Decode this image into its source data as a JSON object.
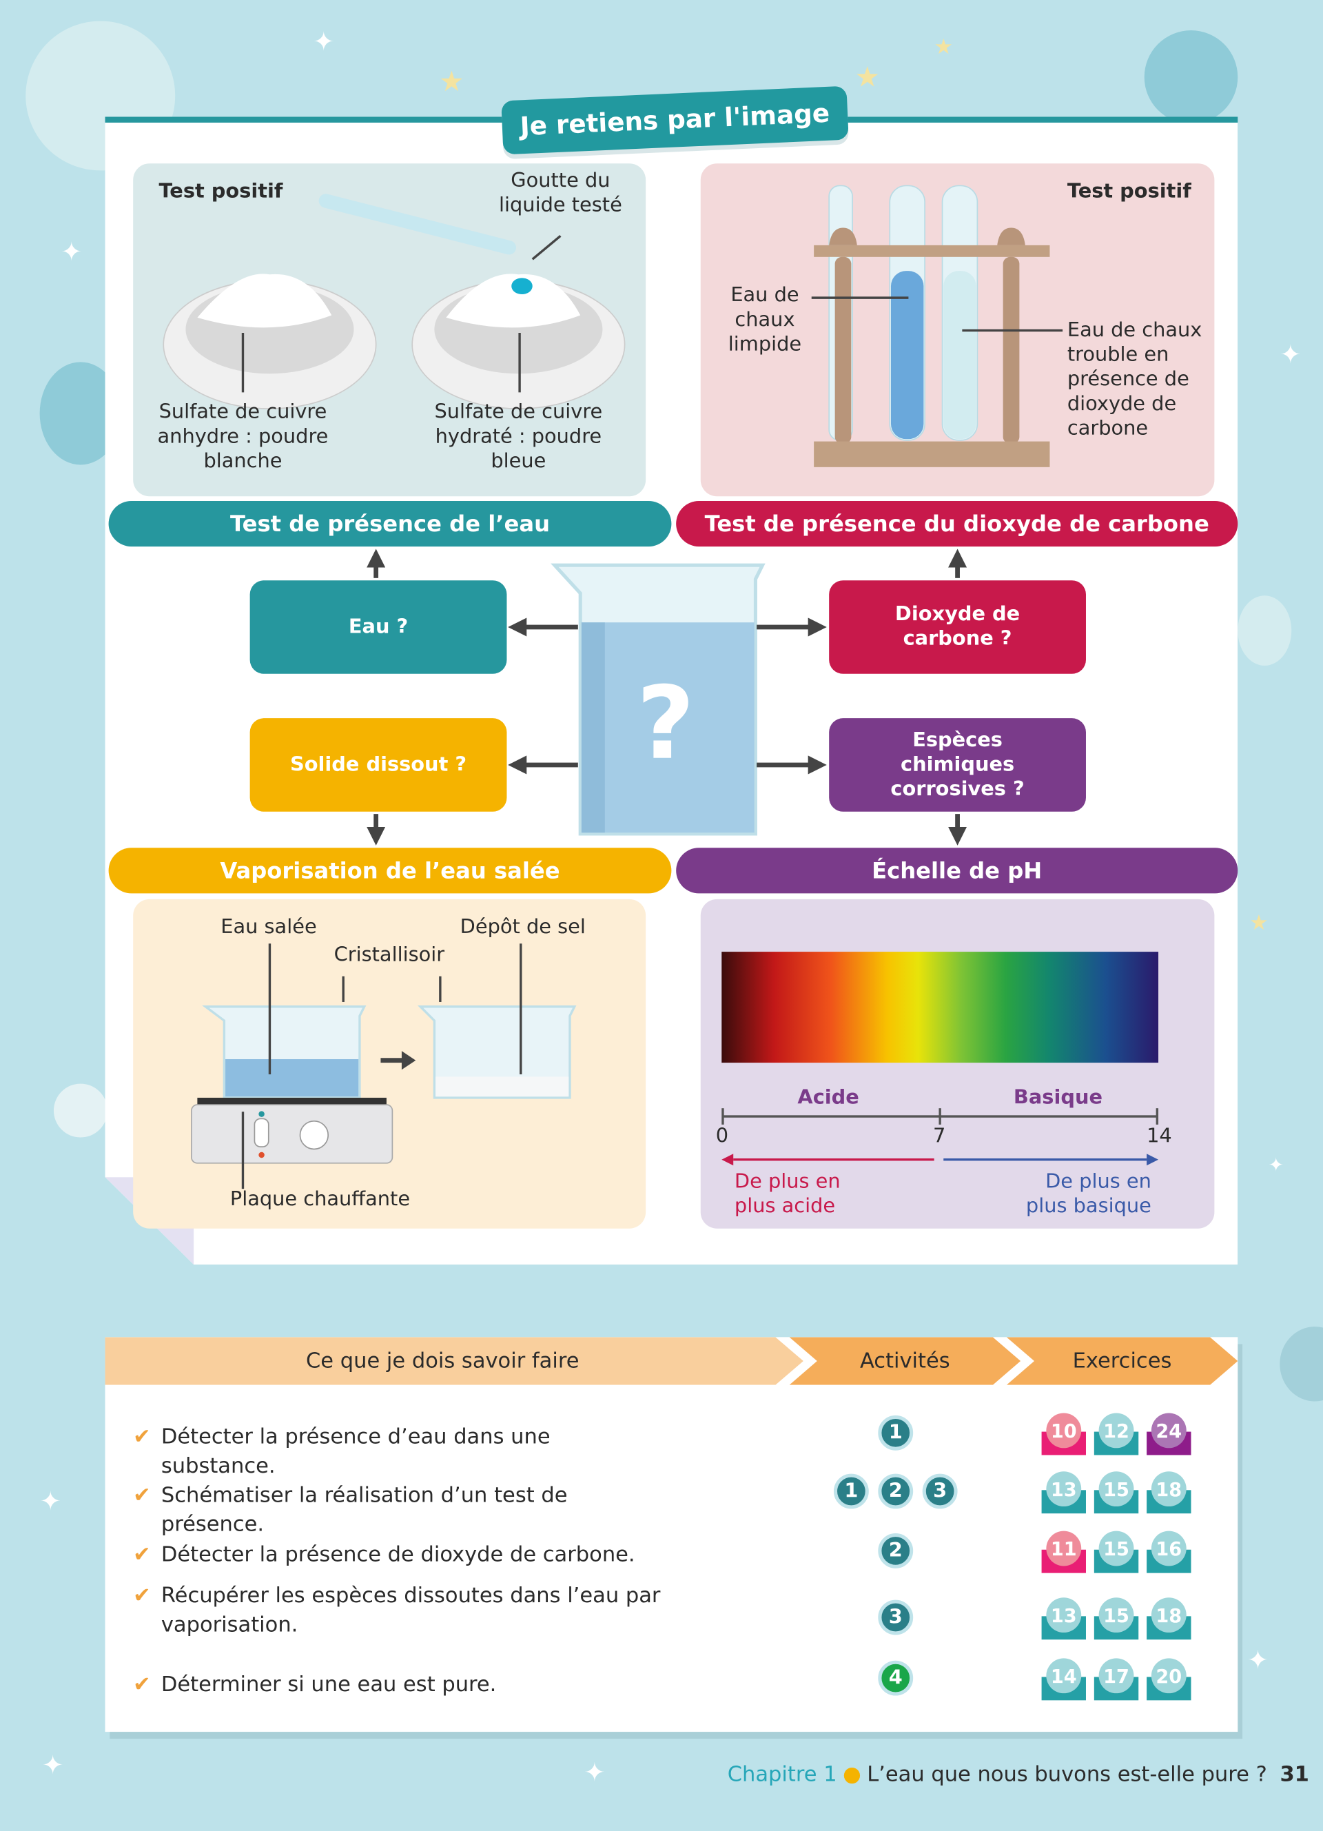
{
  "title": "Je retiens par l'image",
  "water_test": {
    "header": "Test de présence de l’eau",
    "test_label": "Test positif",
    "drop_label": "Goutte du liquide testé",
    "anhydrous_label": "Sulfate de cuivre anhydre : poudre blanche",
    "hydrated_label": "Sulfate de cuivre hydraté : poudre bleue"
  },
  "co2_test": {
    "header": "Test de présence du dioxyde de carbone",
    "test_label": "Test positif",
    "clear_label": "Eau de chaux limpide",
    "cloudy_label": "Eau de chaux trouble en présence de dioxyde de carbone"
  },
  "center": {
    "beaker_symbol": "?",
    "water_q": "Eau ?",
    "co2_q": "Dioxyde de carbone ?",
    "solid_q": "Solide dissout ?",
    "corrosive_q": "Espèces chimiques corrosives ?"
  },
  "vaporisation": {
    "header": "Vaporisation de l’eau salée",
    "salt_water": "Eau salée",
    "crystallizer": "Cristallisoir",
    "salt_deposit": "Dépôt de sel",
    "hot_plate": "Plaque chauffante"
  },
  "ph": {
    "header": "Échelle de pH",
    "acid": "Acide",
    "basic": "Basique",
    "tick_0": "0",
    "tick_7": "7",
    "tick_14": "14",
    "more_acid": "De plus en plus acide",
    "more_basic": "De plus en plus basique"
  },
  "skills": {
    "col_skill": "Ce que je dois savoir faire",
    "col_activities": "Activités",
    "col_exercises": "Exercices",
    "rows": [
      {
        "text": "Détecter la présence d’eau dans une substance.",
        "activities": [
          "1"
        ],
        "exercises": [
          {
            "n": "10",
            "color": "pink"
          },
          {
            "n": "12",
            "color": "teal"
          },
          {
            "n": "24",
            "color": "purple"
          }
        ]
      },
      {
        "text": "Schématiser la réalisation d’un test de présence.",
        "activities": [
          "1",
          "2",
          "3"
        ],
        "exercises": [
          {
            "n": "13",
            "color": "teal"
          },
          {
            "n": "15",
            "color": "teal"
          },
          {
            "n": "18",
            "color": "teal"
          }
        ]
      },
      {
        "text": "Détecter la présence de dioxyde de carbone.",
        "activities": [
          "2"
        ],
        "exercises": [
          {
            "n": "11",
            "color": "pink"
          },
          {
            "n": "15",
            "color": "teal"
          },
          {
            "n": "16",
            "color": "teal"
          }
        ]
      },
      {
        "text": "Récupérer les espèces dissoutes dans l’eau par vaporisation.",
        "activities": [
          "3"
        ],
        "exercises": [
          {
            "n": "13",
            "color": "teal"
          },
          {
            "n": "15",
            "color": "teal"
          },
          {
            "n": "18",
            "color": "teal"
          }
        ]
      },
      {
        "text": "Déterminer si une eau est pure.",
        "activities": [
          "4"
        ],
        "activity_color": "green",
        "exercises": [
          {
            "n": "14",
            "color": "teal"
          },
          {
            "n": "17",
            "color": "teal"
          },
          {
            "n": "20",
            "color": "teal"
          }
        ]
      }
    ]
  },
  "footer": {
    "chapter": "Chapitre 1",
    "title": "L’eau que nous buvons est-elle pure ?",
    "page": "31"
  },
  "colors": {
    "teal": "#26979e",
    "crimson": "#c8194b",
    "yellow": "#f5b300",
    "purple": "#7a3b8a",
    "bg": "#bde2ea"
  }
}
